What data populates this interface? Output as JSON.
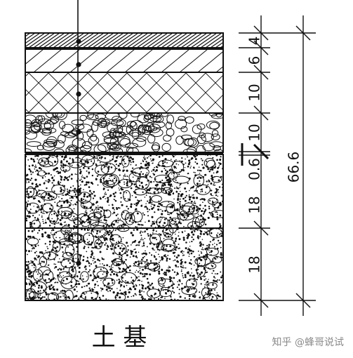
{
  "diagram": {
    "layers": [
      {
        "thickness": "4",
        "pattern": "diagonal-hatch"
      },
      {
        "thickness": "6",
        "pattern": "sparse-diagonal"
      },
      {
        "thickness": "10",
        "pattern": "cross-hatch"
      },
      {
        "thickness": "10",
        "pattern": "gravel"
      },
      {
        "thickness": "0.6",
        "pattern": "membrane"
      },
      {
        "thickness": "18",
        "pattern": "concrete-aggregate"
      },
      {
        "thickness": "18",
        "pattern": "concrete-aggregate"
      }
    ],
    "total": "66.6",
    "base_label": "土 基"
  },
  "watermark": "知乎 @蜂哥说试"
}
